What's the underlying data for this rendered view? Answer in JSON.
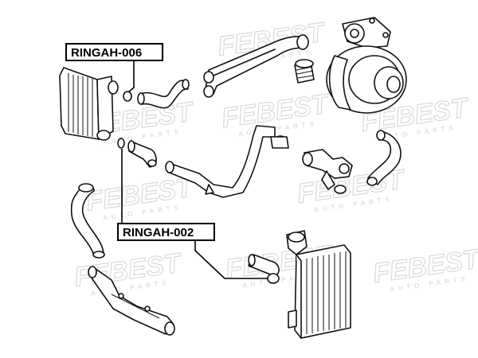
{
  "watermark": {
    "brand": "FEBEST",
    "subtext": "AUTO PARTS"
  },
  "labels": {
    "part_top": "RINGAH-006",
    "part_middle": "RINGAH-002"
  }
}
